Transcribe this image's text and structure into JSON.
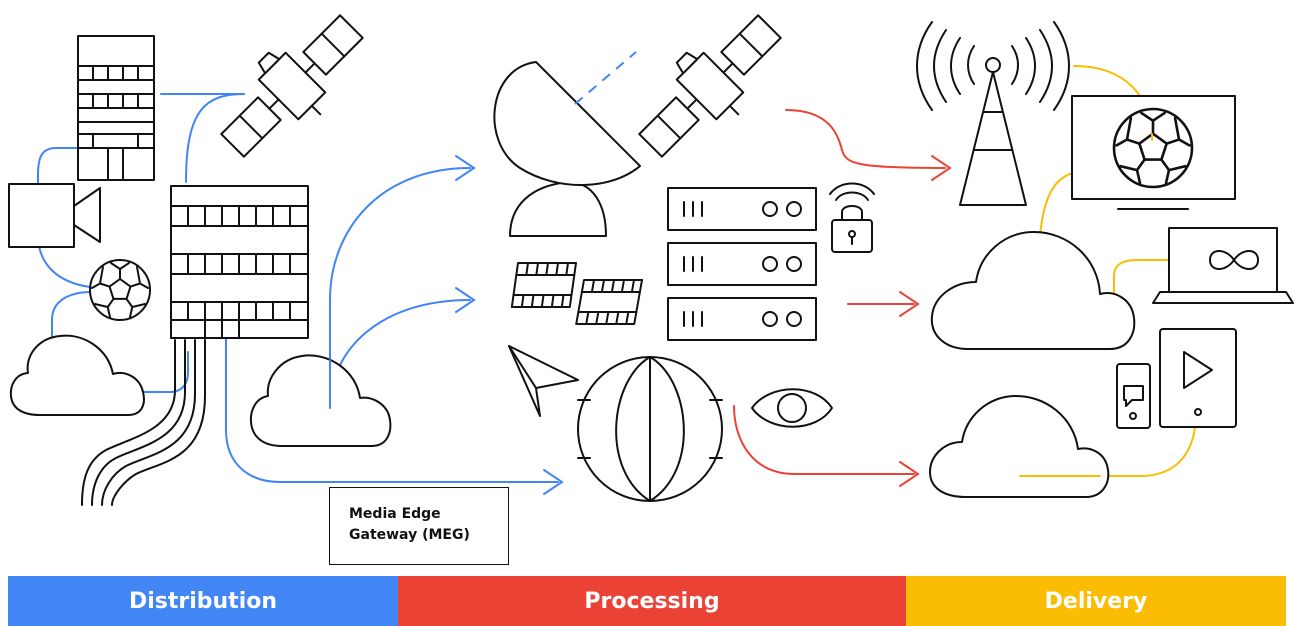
{
  "meg_label": {
    "line1": "Media Edge",
    "line2": "Gateway (MEG)"
  },
  "stages": [
    {
      "label": "Distribution",
      "color": "#4285f4"
    },
    {
      "label": "Processing",
      "color": "#ea4335"
    },
    {
      "label": "Delivery",
      "color": "#fbbc04"
    }
  ],
  "icons": [
    "office-building-icon",
    "satellite-icon",
    "video-camera-icon",
    "soccer-ball-icon",
    "cloud-icon",
    "fiber-cables-icon",
    "satellite-dish-icon",
    "server-rack-icon",
    "padlock-icon",
    "film-strip-icon",
    "paper-plane-icon",
    "globe-icon",
    "eye-icon",
    "cell-tower-icon",
    "monitor-icon",
    "laptop-icon",
    "smartphone-icon",
    "tablet-icon"
  ]
}
